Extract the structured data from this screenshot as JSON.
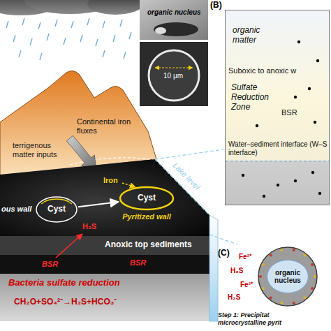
{
  "diagram": {
    "nodes": [
      {
        "text": [
          "Cyst"
        ]
      },
      {
        "text": [
          "Cyst",
          "Pyritized wall"
        ]
      },
      {
        "text": [
          "organic matter",
          "Suboxic to anoxic w",
          "Sulfate Reduction Zone",
          "BSR",
          "Water–sediment interface (W–S interface)"
        ]
      },
      {
        "text": [
          "organic nucleus"
        ]
      }
    ],
    "edges": [
      {
        "from": 0,
        "to": 1,
        "arrow": "to"
      }
    ],
    "labels": [
      "(B)",
      "organic nucleus",
      "10 μm",
      "Continental iron fluxes",
      "terrigenous matter inputs",
      "ous wall",
      "Iron",
      "Lake level",
      "H₂S",
      "Anoxic top sediments",
      "BSR",
      "BSR",
      "Bacteria sulfate reduction",
      "CH₂O+SO₄²⁻→H₂S+HCO₃⁻",
      "(C)",
      "H₂S",
      "Fe²⁺",
      "H₂S",
      "Fe²⁺",
      "Step 1: Precipitat microcrystalline pyrit"
    ]
  }
}
